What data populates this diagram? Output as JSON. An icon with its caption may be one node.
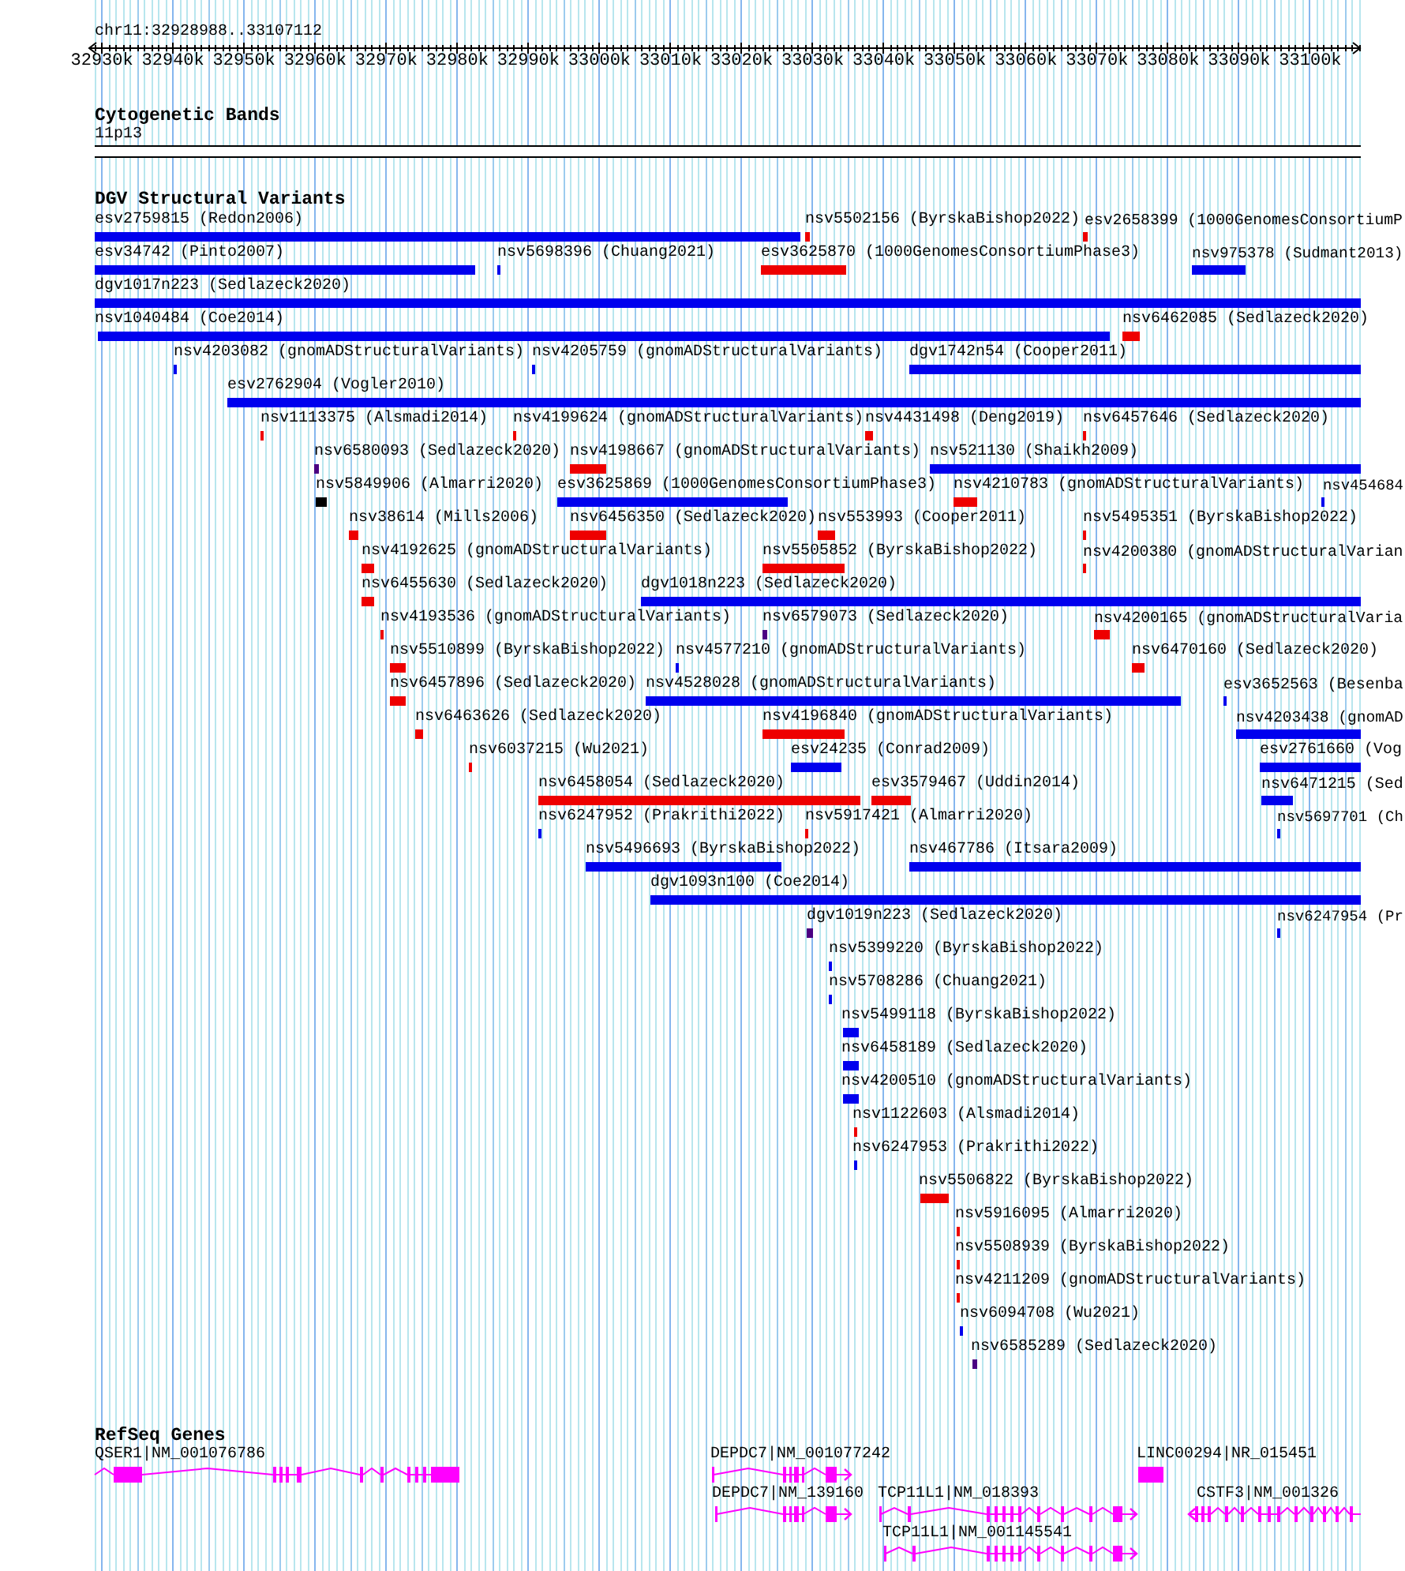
{
  "diagram": {
    "nodes": [
      {
        "text": [
          "11p13"
        ]
      },
      {
        "text": [
          "esv2759815 (Redon2006)"
        ]
      },
      {
        "text": [
          "nsv5502156 (ByrskaBishop2022)"
        ]
      },
      {
        "text": [
          "esv2658399 (1000GenomesConsortiumP"
        ]
      },
      {
        "text": [
          "esv34742 (Pinto2007)"
        ]
      },
      {
        "text": [
          "nsv5698396 (Chuang2021)"
        ]
      },
      {
        "text": [
          "esv3625870 (1000GenomesConsortiumPhase3)"
        ]
      },
      {
        "text": [
          "nsv975378 (Sudmant2013)"
        ]
      },
      {
        "text": [
          "dgv1017n223 (Sedlazeck2020)"
        ]
      },
      {
        "text": [
          "nsv1040484 (Coe2014)"
        ]
      },
      {
        "text": [
          "nsv6462085 (Sedlazeck2020)"
        ]
      },
      {
        "text": [
          "nsv4203082 (gnomADStructuralVariants)"
        ]
      },
      {
        "text": [
          "nsv4205759 (gnomADStructuralVariants)"
        ]
      },
      {
        "text": [
          "dgv1742n54 (Cooper2011)"
        ]
      },
      {
        "text": [
          "esv2762904 (Vogler2010)"
        ]
      },
      {
        "text": [
          "nsv1113375 (Alsmadi2014)"
        ]
      },
      {
        "text": [
          "nsv4199624 (gnomADStructuralVariants)"
        ]
      },
      {
        "text": [
          "nsv4431498 (Deng2019)"
        ]
      },
      {
        "text": [
          "nsv6457646 (Sedlazeck2020)"
        ]
      },
      {
        "text": [
          "nsv6580093 (Sedlazeck2020)"
        ]
      },
      {
        "text": [
          "nsv4198667 (gnomADStructuralVariants)"
        ]
      },
      {
        "text": [
          "nsv521130 (Shaikh2009)"
        ]
      },
      {
        "text": [
          "nsv5849906 (Almarri2020)"
        ]
      },
      {
        "text": [
          "esv3625869 (1000GenomesConsortiumPhase3)"
        ]
      },
      {
        "text": [
          "nsv4210783 (gnomADStructuralVariants)"
        ]
      },
      {
        "text": [
          "nsv454684"
        ]
      },
      {
        "text": [
          "nsv38614 (Mills2006)"
        ]
      },
      {
        "text": [
          "nsv6456350 (Sedlazeck2020)"
        ]
      },
      {
        "text": [
          "nsv553993 (Cooper2011)"
        ]
      },
      {
        "text": [
          "nsv5495351 (ByrskaBishop2022)"
        ]
      },
      {
        "text": [
          "nsv4192625 (gnomADStructuralVariants)"
        ]
      },
      {
        "text": [
          "nsv5505852 (ByrskaBishop2022)"
        ]
      },
      {
        "text": [
          "nsv4200380 (gnomADStructuralVarian"
        ]
      },
      {
        "text": [
          "nsv6455630 (Sedlazeck2020)"
        ]
      },
      {
        "text": [
          "dgv1018n223 (Sedlazeck2020)"
        ]
      },
      {
        "text": [
          "nsv4193536 (gnomADStructuralVariants)"
        ]
      },
      {
        "text": [
          "nsv6579073 (Sedlazeck2020)"
        ]
      },
      {
        "text": [
          "nsv4200165 (gnomADStructuralVaria"
        ]
      },
      {
        "text": [
          "nsv5510899 (ByrskaBishop2022)"
        ]
      },
      {
        "text": [
          "nsv4577210 (gnomADStructuralVariants)"
        ]
      },
      {
        "text": [
          "nsv6470160 (Sedlazeck2020)"
        ]
      },
      {
        "text": [
          "nsv6457896 (Sedlazeck2020)"
        ]
      },
      {
        "text": [
          "nsv4528028 (gnomADStructuralVariants)"
        ]
      },
      {
        "text": [
          "esv3652563 (Besenba"
        ]
      },
      {
        "text": [
          "nsv6463626 (Sedlazeck2020)"
        ]
      },
      {
        "text": [
          "nsv4196840 (gnomADStructuralVariants)"
        ]
      },
      {
        "text": [
          "nsv4203438 (gnomAD"
        ]
      },
      {
        "text": [
          "nsv6037215 (Wu2021)"
        ]
      },
      {
        "text": [
          "esv24235 (Conrad2009)"
        ]
      },
      {
        "text": [
          "esv2761660 (Vog"
        ]
      },
      {
        "text": [
          "nsv6458054 (Sedlazeck2020)"
        ]
      },
      {
        "text": [
          "esv3579467 (Uddin2014)"
        ]
      },
      {
        "text": [
          "nsv6471215 (Sed"
        ]
      },
      {
        "text": [
          "nsv6247952 (Prakrithi2022)"
        ]
      },
      {
        "text": [
          "nsv5917421 (Almarri2020)"
        ]
      },
      {
        "text": [
          "nsv5697701 (Ch"
        ]
      },
      {
        "text": [
          "nsv5496693 (ByrskaBishop2022)"
        ]
      },
      {
        "text": [
          "nsv467786 (Itsara2009)"
        ]
      },
      {
        "text": [
          "dgv1093n100 (Coe2014)"
        ]
      },
      {
        "text": [
          "dgv1019n223 (Sedlazeck2020)"
        ]
      },
      {
        "text": [
          "nsv6247954 (Pr"
        ]
      },
      {
        "text": [
          "nsv5399220 (ByrskaBishop2022)"
        ]
      },
      {
        "text": [
          "nsv5708286 (Chuang2021)"
        ]
      },
      {
        "text": [
          "nsv5499118 (ByrskaBishop2022)"
        ]
      },
      {
        "text": [
          "nsv6458189 (Sedlazeck2020)"
        ]
      },
      {
        "text": [
          "nsv4200510 (gnomADStructuralVariants)"
        ]
      },
      {
        "text": [
          "nsv1122603 (Alsmadi2014)"
        ]
      },
      {
        "text": [
          "nsv6247953 (Prakrithi2022)"
        ]
      },
      {
        "text": [
          "nsv5506822 (ByrskaBishop2022)"
        ]
      },
      {
        "text": [
          "nsv5916095 (Almarri2020)"
        ]
      },
      {
        "text": [
          "nsv5508939 (ByrskaBishop2022)"
        ]
      },
      {
        "text": [
          "nsv4211209 (gnomADStructuralVariants)"
        ]
      },
      {
        "text": [
          "nsv6094708 (Wu2021)"
        ]
      },
      {
        "text": [
          "nsv6585289 (Sedlazeck2020)"
        ]
      },
      {
        "text": [
          "QSER1|NM_001076786"
        ]
      },
      {
        "text": [
          "DEPDC7|NM_001077242"
        ]
      },
      {
        "text": [
          "LINC00294|NR_015451"
        ]
      },
      {
        "text": [
          "DEPDC7|NM_139160"
        ]
      },
      {
        "text": [
          "TCP11L1|NM_018393"
        ]
      },
      {
        "text": [
          "CSTF3|NM_001326"
        ]
      },
      {
        "text": [
          "TCP11L1|NM_001145541"
        ]
      }
    ],
    "labels": [
      "chr11:32928988..33107112",
      "32930k",
      "32940k",
      "32950k",
      "32960k",
      "32970k",
      "32980k",
      "32990k",
      "33000k",
      "33010k",
      "33020k",
      "33030k",
      "33040k",
      "33050k",
      "33060k",
      "33070k",
      "33080k",
      "33090k",
      "33100k",
      "Cytogenetic Bands",
      "DGV Structural Variants",
      "RefSeq Genes"
    ]
  }
}
